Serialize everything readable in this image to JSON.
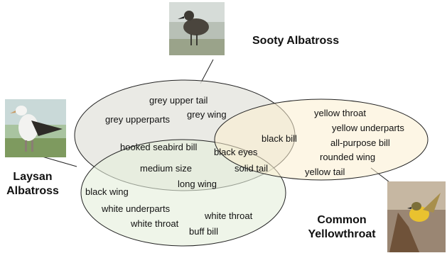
{
  "diagram": {
    "birds": {
      "sooty": "Sooty Albatross",
      "laysan_line1": "Laysan",
      "laysan_line2": "Albatross",
      "common_line1": "Common",
      "common_line2": "Yellowthroat"
    },
    "attributes": {
      "grey_upper_tail": "grey upper tail",
      "grey_wing": "grey wing",
      "grey_upperparts": "grey upperparts",
      "hooked_seabird_bill": "hooked seabird bill",
      "medium_size": "medium size",
      "long_wing": "long wing",
      "black_wing": "black wing",
      "white_underparts": "white underparts",
      "white_throat_1": "white throat",
      "white_throat_2": "white throat",
      "buff_bill": "buff bill",
      "black_bill": "black bill",
      "black_eyes": "black eyes",
      "solid_tail": "solid tail",
      "yellow_throat": "yellow throat",
      "yellow_underparts": "yellow underparts",
      "all_purpose_bill": "all-purpose bill",
      "rounded_wing": "rounded wing",
      "yellow_tail": "yellow tail"
    },
    "colors": {
      "sooty_fill": "#e6e6e0",
      "laysan_fill": "#e4eedb",
      "common_fill": "#fbefcf",
      "outline": "#222222"
    }
  }
}
